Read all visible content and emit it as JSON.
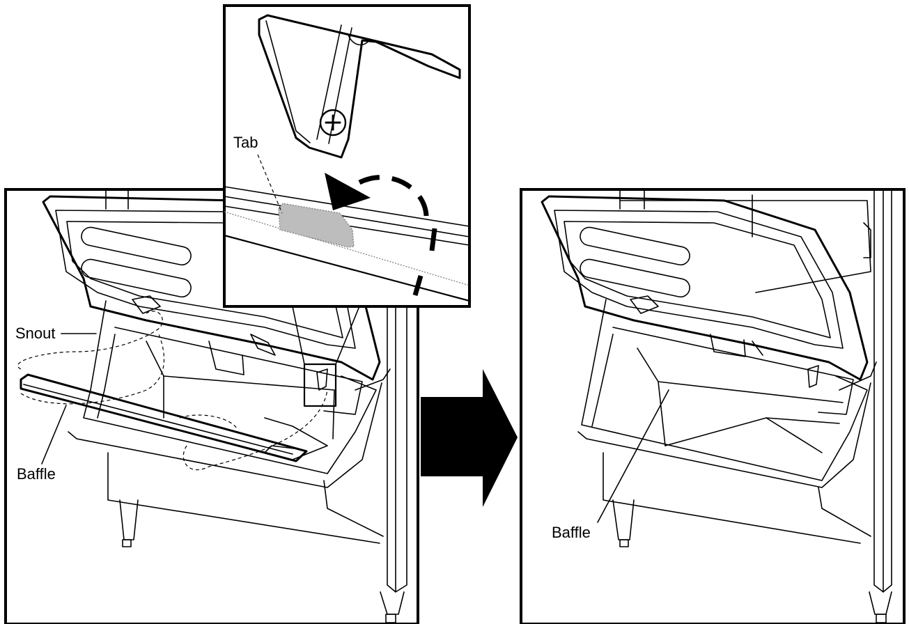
{
  "labels": {
    "tab": "Tab",
    "snout": "Snout",
    "baffle_left": "Baffle",
    "baffle_right": "Baffle"
  },
  "colors": {
    "line": "#000000",
    "background": "#ffffff",
    "tab_highlight": "#bdbdbd"
  }
}
